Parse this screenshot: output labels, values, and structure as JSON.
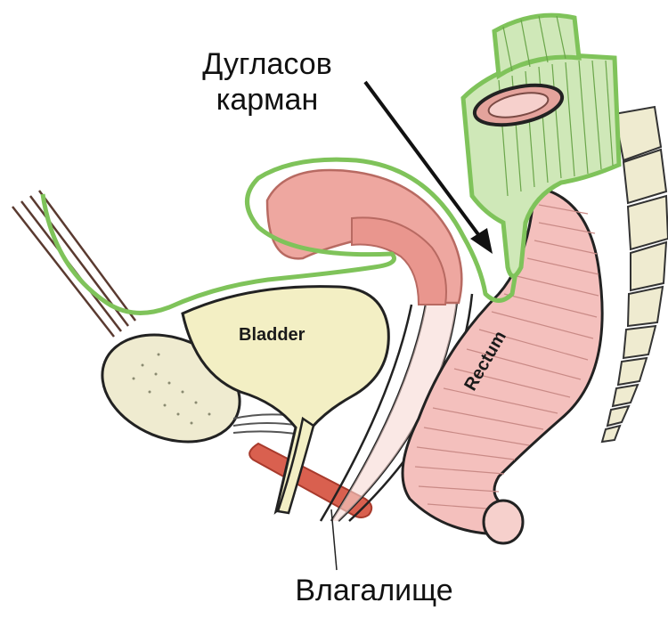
{
  "labels": {
    "douglas_line1": "Дугласов",
    "douglas_line2": "карман",
    "vagina": "Влагалище",
    "bladder": "Bladder",
    "rectum": "Rectum"
  },
  "colors": {
    "peritoneum": "#7fc35a",
    "peritoneum_fill": "#cfe8b8",
    "uterus": "#eea7a0",
    "rectum": "#f4c0bd",
    "bladder": "#f3efc4",
    "bone": "#efebd0",
    "urethra": "#d9604f",
    "outline": "#222222"
  }
}
